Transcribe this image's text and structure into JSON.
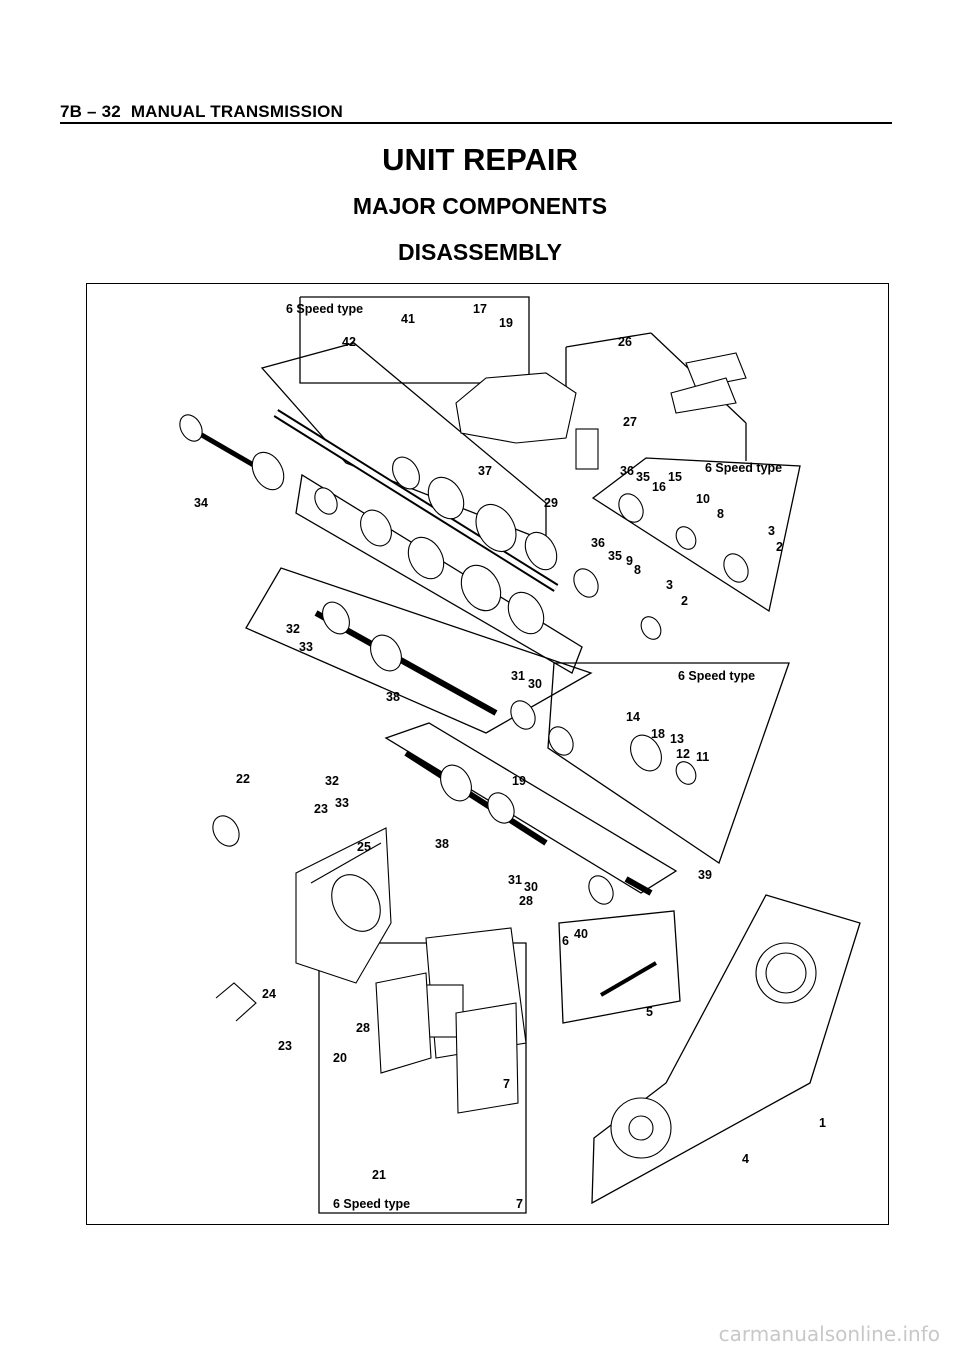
{
  "header": {
    "section": "7B – 32",
    "title": "MANUAL TRANSMISSION"
  },
  "titles": {
    "main": "UNIT REPAIR",
    "sub": "MAJOR COMPONENTS",
    "sub2": "DISASSEMBLY"
  },
  "figure": {
    "variant_label": "6 Speed type",
    "callouts": [
      "17",
      "41",
      "19",
      "42",
      "26",
      "27",
      "37",
      "29",
      "34",
      "36",
      "35",
      "16",
      "15",
      "10",
      "8",
      "3",
      "2",
      "36",
      "35",
      "9",
      "8",
      "3",
      "2",
      "32",
      "33",
      "38",
      "31",
      "30",
      "14",
      "18",
      "13",
      "12",
      "11",
      "19",
      "22",
      "32",
      "23",
      "33",
      "25",
      "38",
      "31",
      "30",
      "39",
      "28",
      "6",
      "40",
      "24",
      "28",
      "5",
      "23",
      "20",
      "7",
      "1",
      "4",
      "21",
      "7"
    ]
  },
  "watermark": "carmanualsonline.info"
}
